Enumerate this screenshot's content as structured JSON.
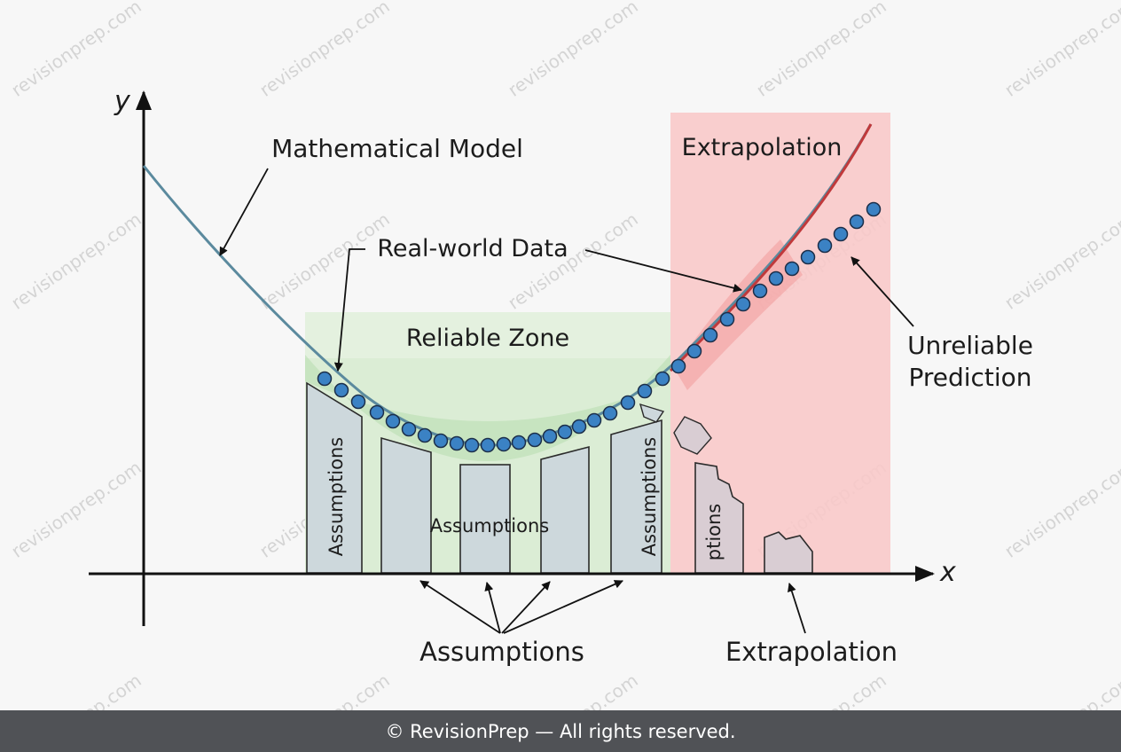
{
  "axes": {
    "x_label": "x",
    "y_label": "y"
  },
  "labels": {
    "model": "Mathematical Model",
    "data": "Real-world Data",
    "reliable_zone": "Reliable Zone",
    "extrapolation_zone": "Extrapolation",
    "unreliable_line1": "Unreliable",
    "unreliable_line2": "Prediction",
    "assumptions_bottom": "Assumptions",
    "extrapolation_bottom": "Extrapolation"
  },
  "pillars": {
    "left": "Assumptions",
    "center": "Assumptions",
    "right": "Assumptions",
    "broken": "ptions"
  },
  "watermark": "revisionprep.com",
  "footer": "© RevisionPrep — All rights reserved.",
  "colors": {
    "model_curve": "#5b8a9e",
    "extrapolated_curve": "#c0393b",
    "data_points": "#3b82c4",
    "reliable_zone": "#cfe8c8",
    "extrapolation_zone": "#f8c9c9",
    "pillar_fill": "#cdd8dc"
  }
}
